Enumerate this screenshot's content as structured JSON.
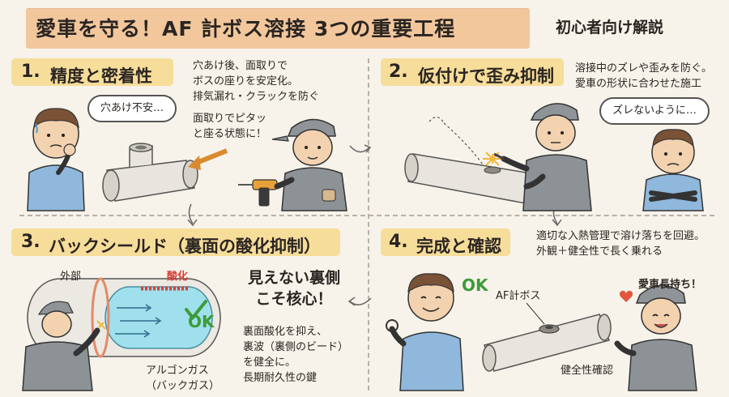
{
  "header": {
    "title": "愛車を守る！AF 計ボス溶接 3つの重要工程",
    "subtitle": "初心者向け解説"
  },
  "sections": [
    {
      "number": "1.",
      "title": "精度と密着性",
      "notes": [
        "穴あけ後、面取りで",
        "ボスの座りを安定化。",
        "排気漏れ・クラックを防ぐ",
        "面取りでピタッ",
        "と座る状態に！"
      ],
      "bubble": "穴あけ不安…"
    },
    {
      "number": "2.",
      "title": "仮付けで歪み抑制",
      "notes": [
        "溶接中のズレや歪みを防ぐ。",
        "愛車の形状に合わせた施工"
      ],
      "bubble": "ズレないように…"
    },
    {
      "number": "3.",
      "title": "バックシールド（裏面の酸化抑制）",
      "labels": {
        "outside": "外部",
        "oxidation": "酸化",
        "ok": "OK",
        "gas_line1": "アルゴンガス",
        "gas_line2": "（バックガス）"
      },
      "emphasis": [
        "見えない裏側",
        "こそ核心！"
      ],
      "notes": [
        "裏面酸化を抑え、",
        "裏波（裏側のビード）",
        "を健全に。",
        "長期耐久性の鍵"
      ]
    },
    {
      "number": "4.",
      "title": "完成と確認",
      "notes": [
        "適切な入熱管理で溶け落ちを回避。",
        "外観＋健全性で長く乗れる"
      ],
      "labels": {
        "ok": "OK",
        "boss": "AF計ボス",
        "check": "健全性確認",
        "long_life": "愛車長持ち！"
      }
    }
  ],
  "colors": {
    "title_band": "#f2c79c",
    "section_header": "#f7dd9a",
    "shirt_blue": "#8fb8dc",
    "ok_green": "#3e9a3a",
    "oxide_red": "#d8403a",
    "gas_cyan": "#9fe0ec",
    "heart": "#e2563f"
  }
}
